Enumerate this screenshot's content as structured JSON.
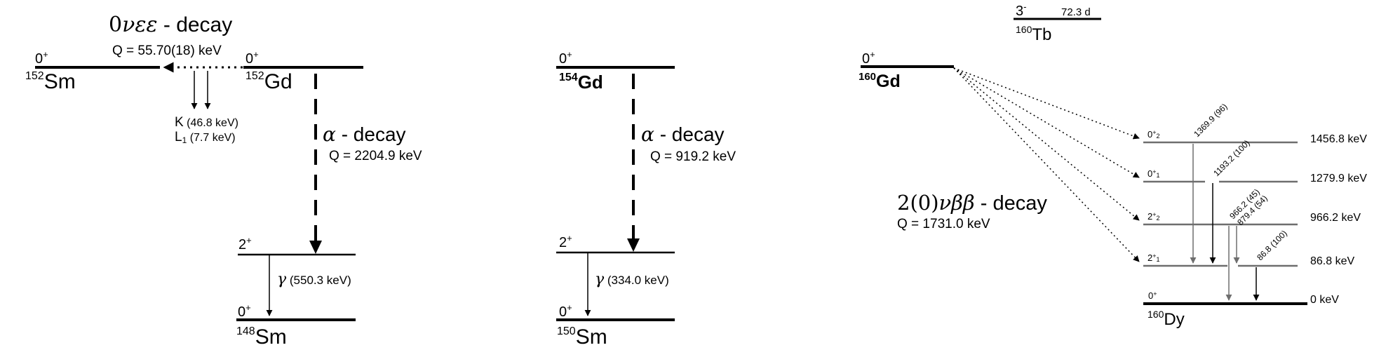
{
  "colors": {
    "black": "#000000",
    "grey": "#6e6e6e"
  },
  "panel1": {
    "title_prefix": "0",
    "title_greek": "νεε",
    "title_suffix": " - decay",
    "q": "Q = 55.70(18) keV",
    "sm152": {
      "spin": "0",
      "parity": "+",
      "mass": "152",
      "symbol": "Sm"
    },
    "gd152": {
      "spin": "0",
      "parity": "+",
      "mass": "152",
      "symbol": "Gd"
    },
    "xray_k_main": "K",
    "xray_k_energy": " (46.8 keV)",
    "xray_l_main": "L",
    "xray_l_sub": "1",
    "xray_l_energy": " (7.7 keV)",
    "alpha_greek": "α",
    "alpha_text": " - decay",
    "alpha_q": "Q = 2204.9 keV",
    "sm148_2": {
      "spin": "2",
      "parity": "+"
    },
    "gamma_greek": "γ",
    "gamma_energy": " (550.3 keV)",
    "sm148": {
      "spin": "0",
      "parity": "+",
      "mass": "148",
      "symbol": "Sm"
    }
  },
  "panel2": {
    "gd154": {
      "spin": "0",
      "parity": "+",
      "mass": "154",
      "symbol": "Gd"
    },
    "alpha_greek": "α",
    "alpha_text": " - decay",
    "alpha_q": "Q = 919.2 keV",
    "sm150_2": {
      "spin": "2",
      "parity": "+"
    },
    "gamma_greek": "γ",
    "gamma_energy": " (334.0 keV)",
    "sm150": {
      "spin": "0",
      "parity": "+",
      "mass": "150",
      "symbol": "Sm"
    }
  },
  "panel3": {
    "tb160": {
      "spin": "3",
      "parity": "-",
      "halflife": "72.3 d",
      "mass": "160",
      "symbol": "Tb"
    },
    "gd160": {
      "spin": "0",
      "parity": "+",
      "mass": "160",
      "symbol": "Gd"
    },
    "title_prefix": "2(0)",
    "title_greek": "νββ",
    "title_suffix": " - decay",
    "q": "Q = 1731.0 keV",
    "levels": [
      {
        "spin": "0",
        "parity": "+",
        "index": "2",
        "energy": "1456.8 keV"
      },
      {
        "spin": "0",
        "parity": "+",
        "index": "1",
        "energy": "1279.9 keV"
      },
      {
        "spin": "2",
        "parity": "+",
        "index": "2",
        "energy": "966.2 keV"
      },
      {
        "spin": "2",
        "parity": "+",
        "index": "1",
        "energy": "86.8 keV"
      }
    ],
    "ground": {
      "spin": "0",
      "parity": "+",
      "energy": "0 keV",
      "mass": "160",
      "symbol": "Dy"
    },
    "gammas": [
      "1369.9 (96)",
      "1193.2 (100)",
      "966.2 (45)",
      "879.4 (54)",
      "86.8 (100)"
    ]
  }
}
